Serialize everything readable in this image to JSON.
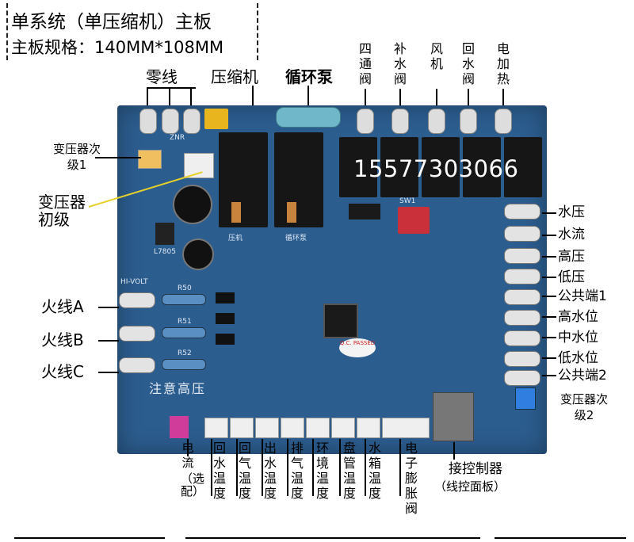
{
  "header": {
    "line1": "单系统（单压缩机）主板",
    "line2": "主板规格：140MM*108MM"
  },
  "top_labels": {
    "neutral": "零线",
    "compressor": "压缩机",
    "pump": "循环泵",
    "four_way_valve": "四通阀",
    "water_fill_valve": "补水阀",
    "fan": "风机",
    "return_valve": "回水阀",
    "electric_heat": "电加热"
  },
  "left_labels": {
    "transformer_secondary_1": "变压器次级1",
    "transformer_primary": "变压器初级",
    "live_a": "火线A",
    "live_b": "火线B",
    "live_c": "火线C"
  },
  "right_labels": {
    "water_pressure": "水压",
    "water_flow": "水流",
    "high_pressure": "高压",
    "low_pressure": "低压",
    "common_1": "公共端1",
    "high_water_level": "高水位",
    "mid_water_level": "中水位",
    "low_water_level": "低水位",
    "common_2": "公共端2",
    "transformer_secondary_2": "变压器次级2"
  },
  "bottom_labels": {
    "current": "电流",
    "current_optional": "（选配）",
    "return_water_temp": "回水温度",
    "return_air_temp": "回气温度",
    "outlet_water_temp": "出水温度",
    "exhaust_temp": "排气温度",
    "ambient_temp": "环境温度",
    "coil_temp": "盘管温度",
    "tank_temp": "水箱温度",
    "eev": "电子膨胀阀",
    "controller": "接控制器",
    "controller_sub": "（线控面板）"
  },
  "board_text": {
    "phone": "15577303066",
    "warning": "注意高压",
    "hi_volt": "HI-VOLT",
    "qc": "Q.C. PASSED",
    "l7805": "L7805",
    "znr": "ZNR",
    "sw1": "SW1",
    "pump_silk": "循环泵",
    "compressor_silk": "压机",
    "r50": "R50",
    "r51": "R51",
    "r52": "R52"
  },
  "colors": {
    "board": "#2c5d8f",
    "relay": "#161616",
    "connector": "#efefef"
  }
}
